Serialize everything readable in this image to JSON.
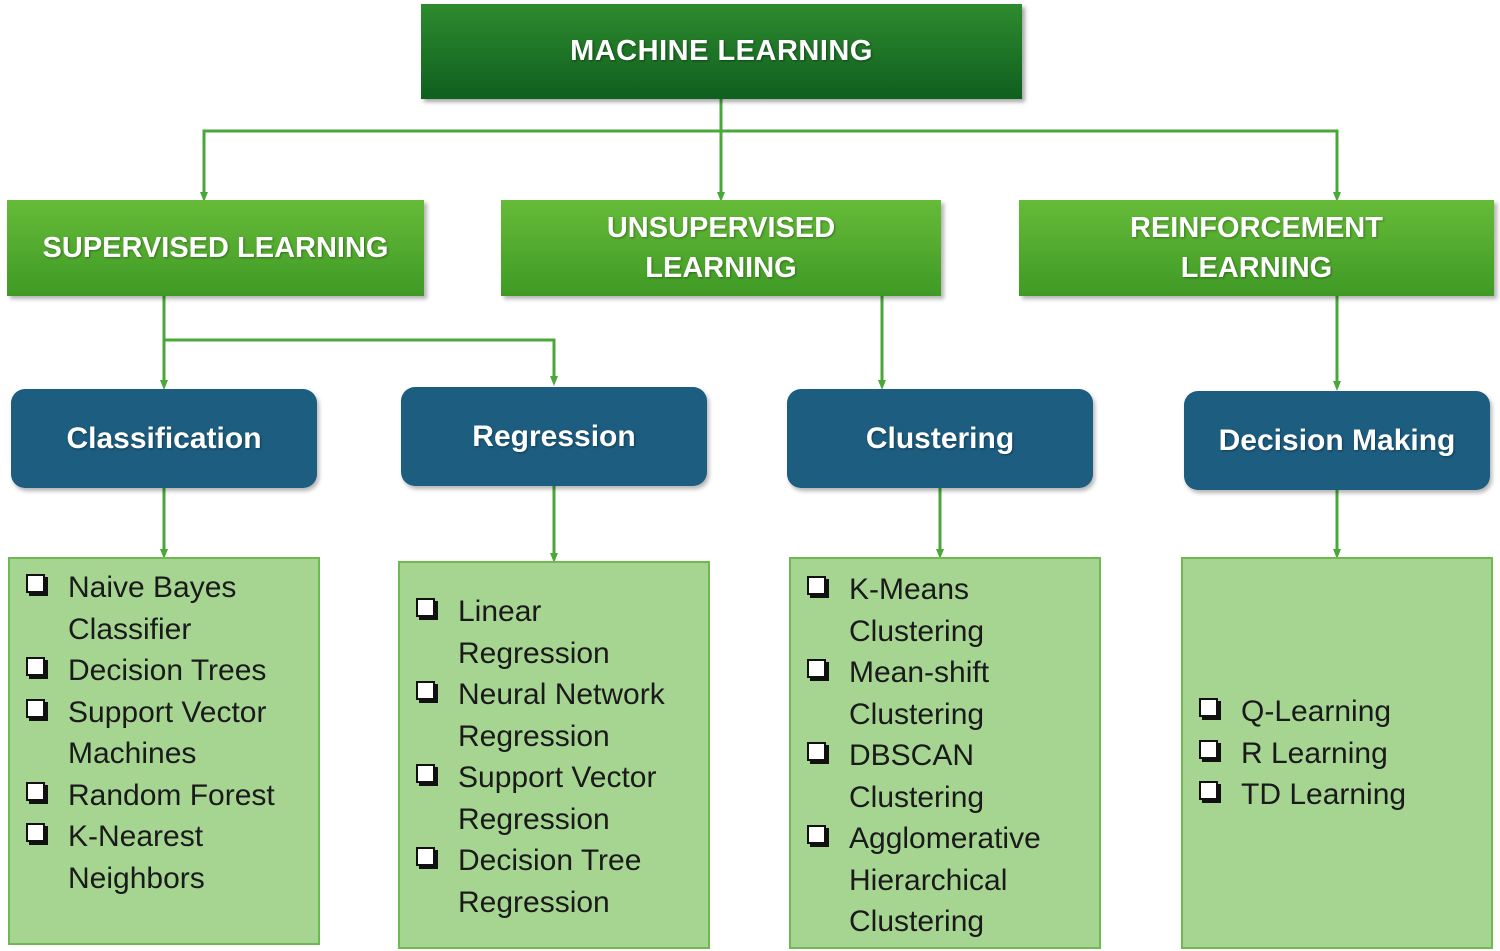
{
  "root": {
    "title": "MACHINE LEARNING"
  },
  "categories": [
    {
      "label": "SUPERVISED LEARNING"
    },
    {
      "label": "UNSUPERVISED LEARNING"
    },
    {
      "label": "REINFORCEMENT LEARNING"
    }
  ],
  "subcategories": [
    {
      "label": "Classification"
    },
    {
      "label": "Regression"
    },
    {
      "label": "Clustering"
    },
    {
      "label": "Decision Making"
    }
  ],
  "lists": {
    "classification": [
      "Naive Bayes Classifier",
      "Decision Trees",
      "Support Vector Machines",
      "Random Forest",
      "K-Nearest Neighbors"
    ],
    "regression": [
      "Linear Regression",
      "Neural Network Regression",
      "Support Vector Regression",
      "Decision Tree Regression"
    ],
    "clustering": [
      "K-Means Clustering",
      "Mean-shift Clustering",
      "DBSCAN Clustering",
      "Agglomerative Hierarchical Clustering"
    ],
    "decision_making": [
      "Q-Learning",
      "R Learning",
      "TD Learning"
    ]
  },
  "colors": {
    "root": "#1a7a2a",
    "category": "#55ae30",
    "subcategory": "#1c5d80",
    "list_bg": "#a6d592",
    "connector": "#4aa83a"
  }
}
